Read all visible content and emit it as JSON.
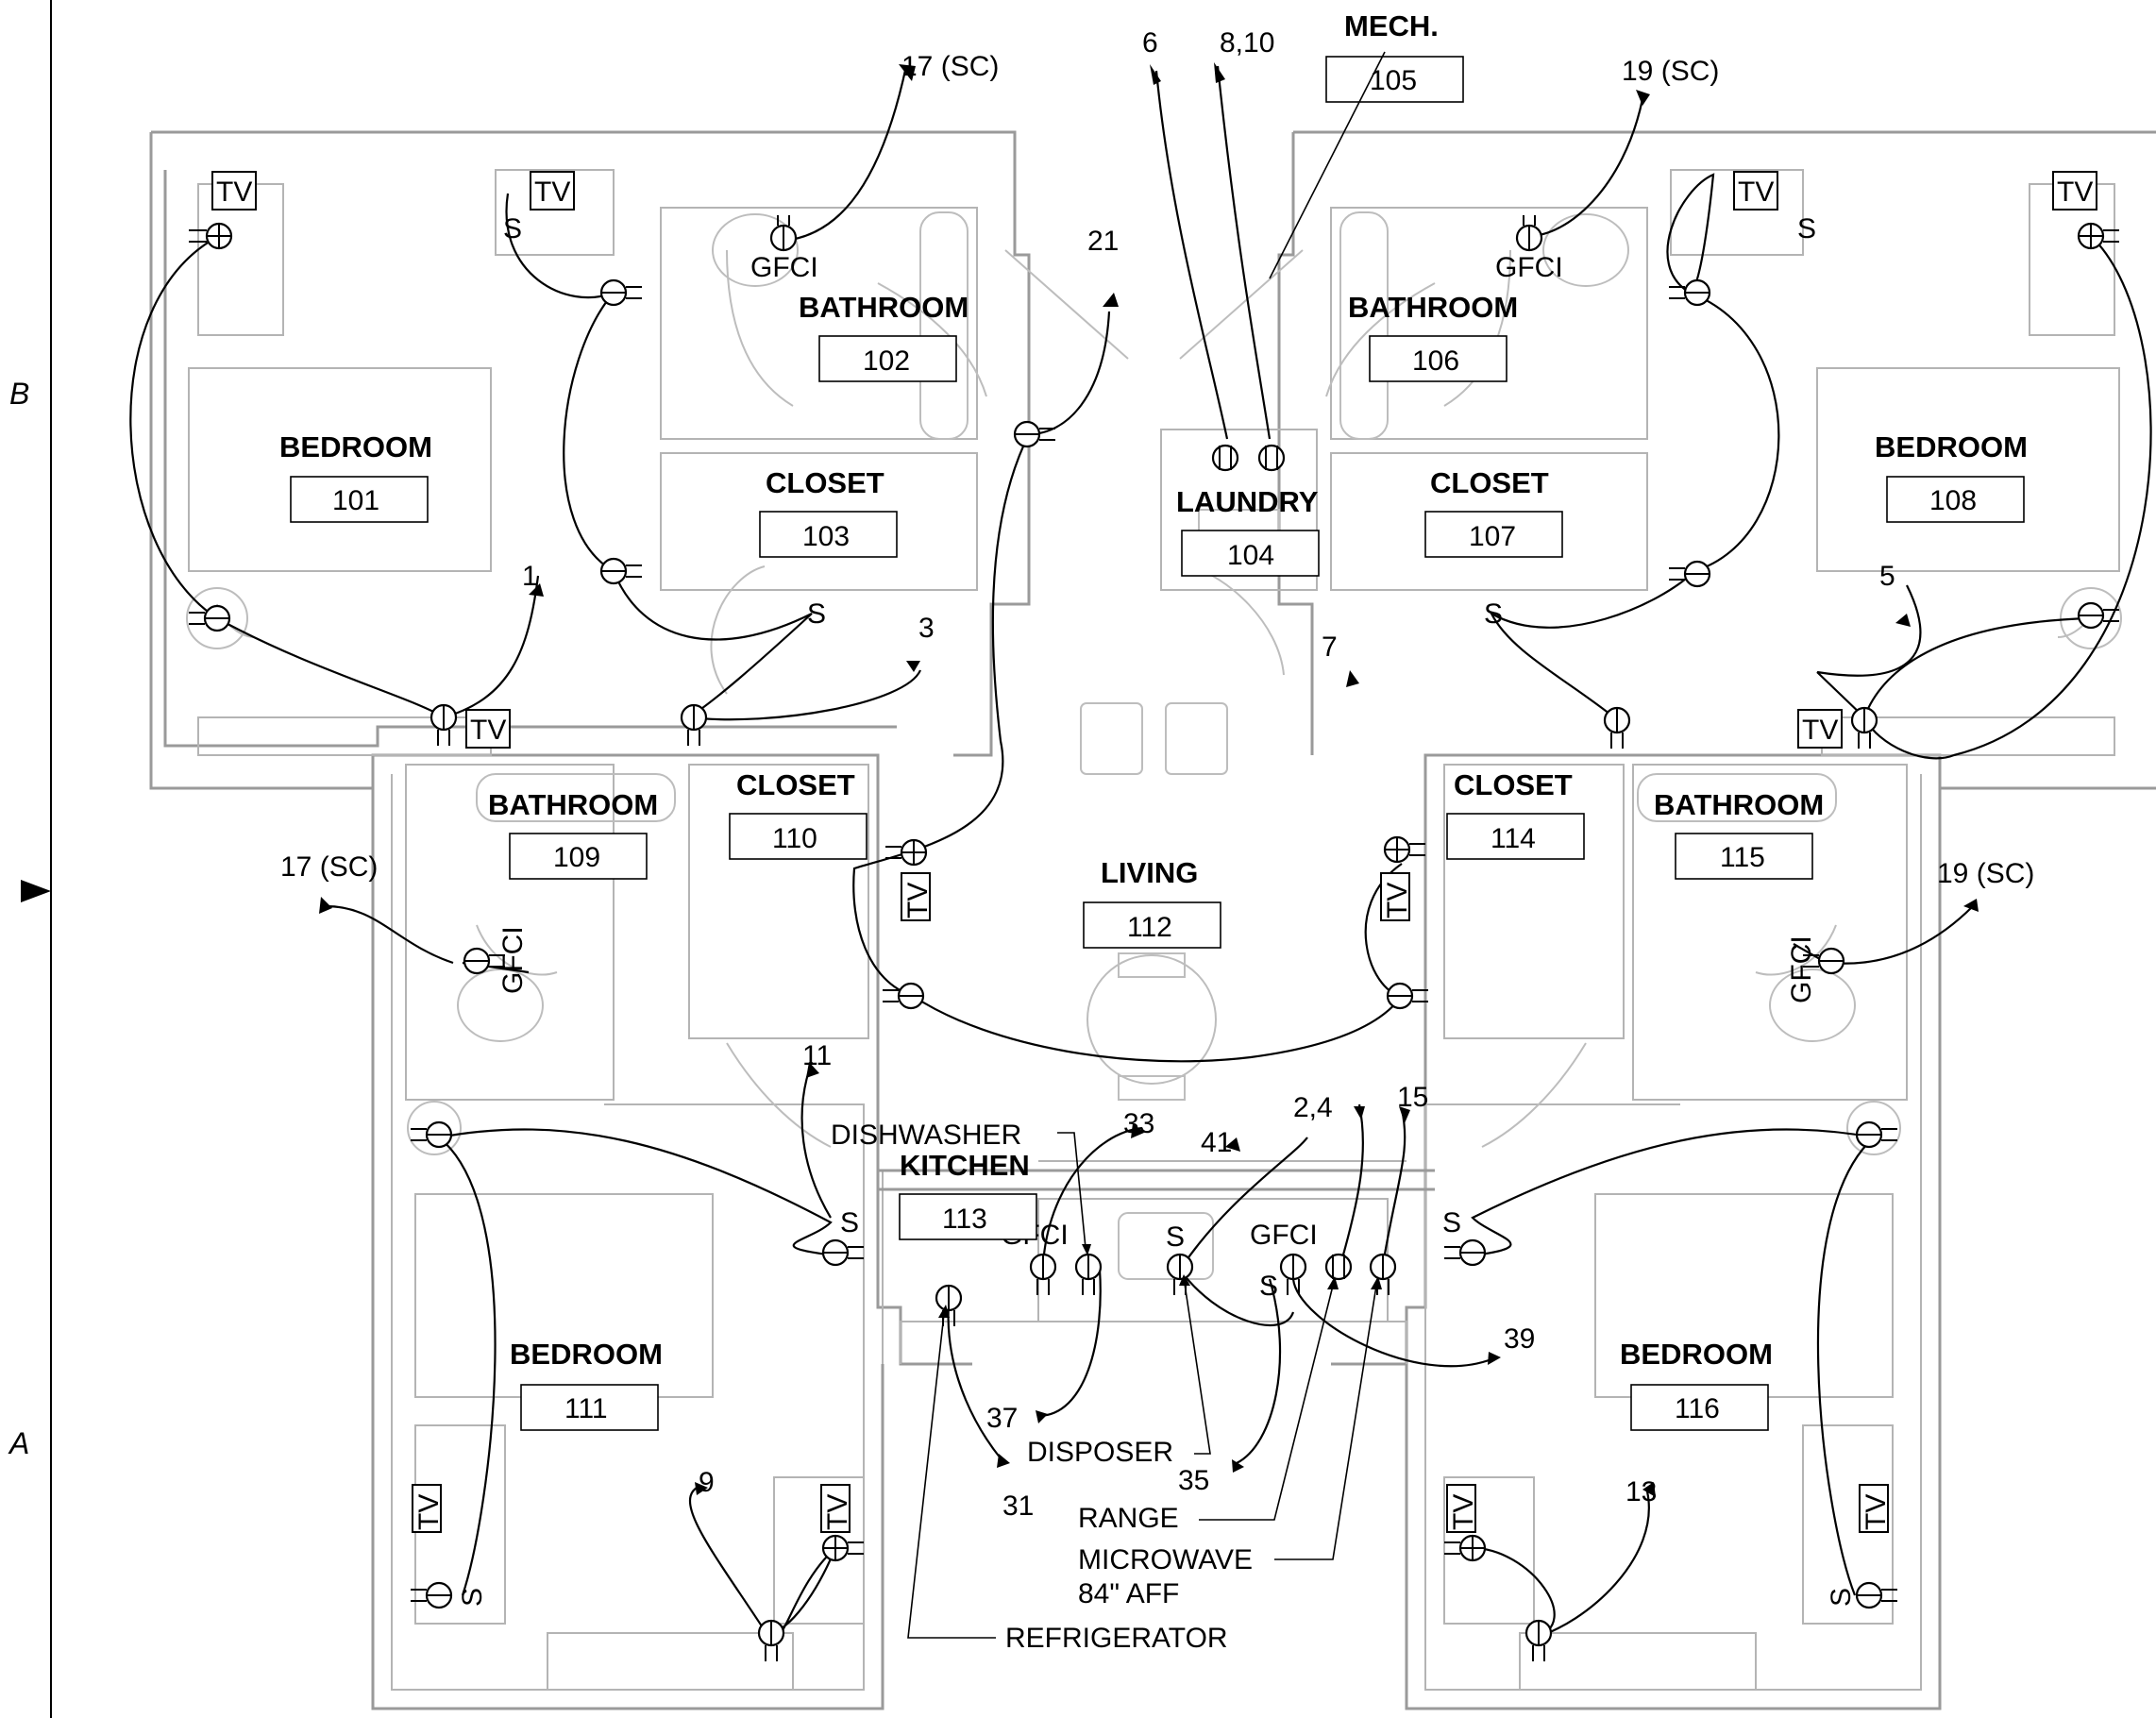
{
  "grid": {
    "upper": "B",
    "lower": "A"
  },
  "rooms": [
    {
      "name": "BEDROOM",
      "number": "101"
    },
    {
      "name": "BATHROOM",
      "number": "102"
    },
    {
      "name": "CLOSET",
      "number": "103"
    },
    {
      "name": "LAUNDRY",
      "number": "104"
    },
    {
      "name": "MECH.",
      "number": "105"
    },
    {
      "name": "BATHROOM",
      "number": "106"
    },
    {
      "name": "CLOSET",
      "number": "107"
    },
    {
      "name": "BEDROOM",
      "number": "108"
    },
    {
      "name": "BATHROOM",
      "number": "109"
    },
    {
      "name": "CLOSET",
      "number": "110"
    },
    {
      "name": "BEDROOM",
      "number": "111"
    },
    {
      "name": "LIVING",
      "number": "112"
    },
    {
      "name": "KITCHEN",
      "number": "113"
    },
    {
      "name": "CLOSET",
      "number": "114"
    },
    {
      "name": "BATHROOM",
      "number": "115"
    },
    {
      "name": "BEDROOM",
      "number": "116"
    }
  ],
  "circuits": [
    "17 (SC)",
    "6",
    "8,10",
    "19 (SC)",
    "21",
    "1",
    "3",
    "5",
    "7",
    "17 (SC)",
    "19 (SC)",
    "11",
    "33",
    "41",
    "2,4",
    "15",
    "39",
    "37",
    "35",
    "31",
    "9",
    "13"
  ],
  "equipment": {
    "dishwasher": "DISHWASHER",
    "disposer": "DISPOSER",
    "range": "RANGE",
    "microwave": "MICROWAVE",
    "microwave_height": "84\" AFF",
    "refrigerator": "REFRIGERATOR"
  },
  "symbols": {
    "tv": "TV",
    "switch": "S",
    "gfci": "GFCI"
  }
}
